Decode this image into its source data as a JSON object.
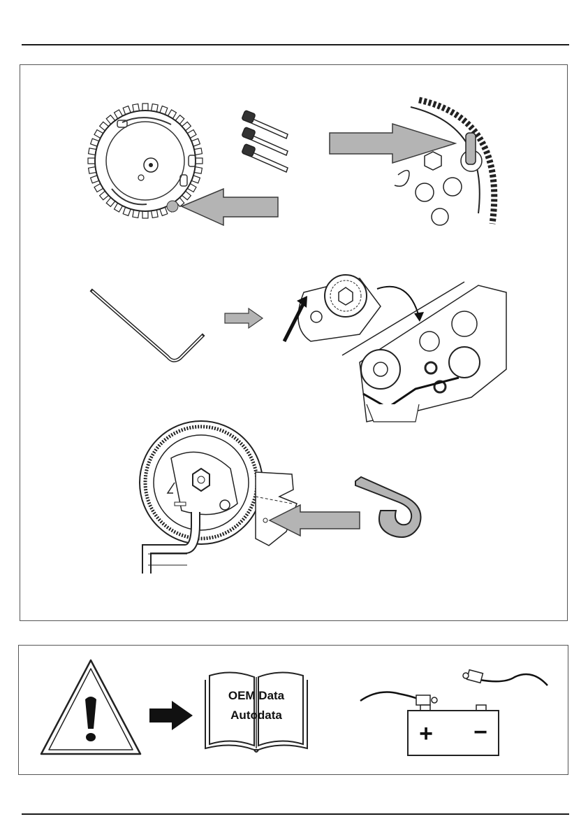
{
  "page": {
    "width": 842,
    "height": 1191
  },
  "figure": {
    "panels": [
      {
        "name": "camshaft-sprocket-with-pin-hole"
      },
      {
        "name": "locking-pins-set"
      },
      {
        "name": "sprocket-locked-with-pin"
      },
      {
        "name": "allen-key"
      },
      {
        "name": "auxiliary-belt-tensioner-release"
      },
      {
        "name": "timing-belt-tensioner-locked"
      },
      {
        "name": "tensioner-locking-tool"
      }
    ]
  },
  "notice": {
    "book_line_1": "OEM Data",
    "book_line_2": "Autodata",
    "battery_plus": "+",
    "battery_minus": "−",
    "icons": [
      "warning-triangle-icon",
      "arrow-right-icon",
      "manual-book-icon",
      "battery-disconnect-icon"
    ]
  },
  "colors": {
    "arrow_fill": "#b4b4b4",
    "arrow_stroke": "#3a3a3a",
    "line": "#1a1a1a"
  }
}
